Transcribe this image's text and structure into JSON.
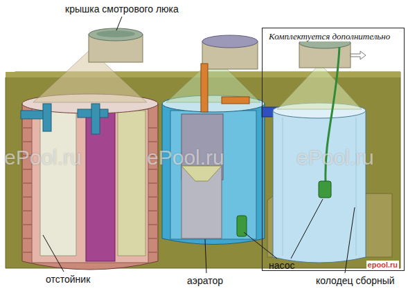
{
  "diagram": {
    "nodes": [
      {
        "text": [
          "Комплектуется дополнительно"
        ]
      }
    ],
    "labels": [
      "крышка смотрового люка",
      "ePool.ru",
      "ePool.ru",
      "ePool.ru",
      "отстойник",
      "аэратор",
      "насос",
      "колодец сборный",
      "epool.ru"
    ]
  }
}
